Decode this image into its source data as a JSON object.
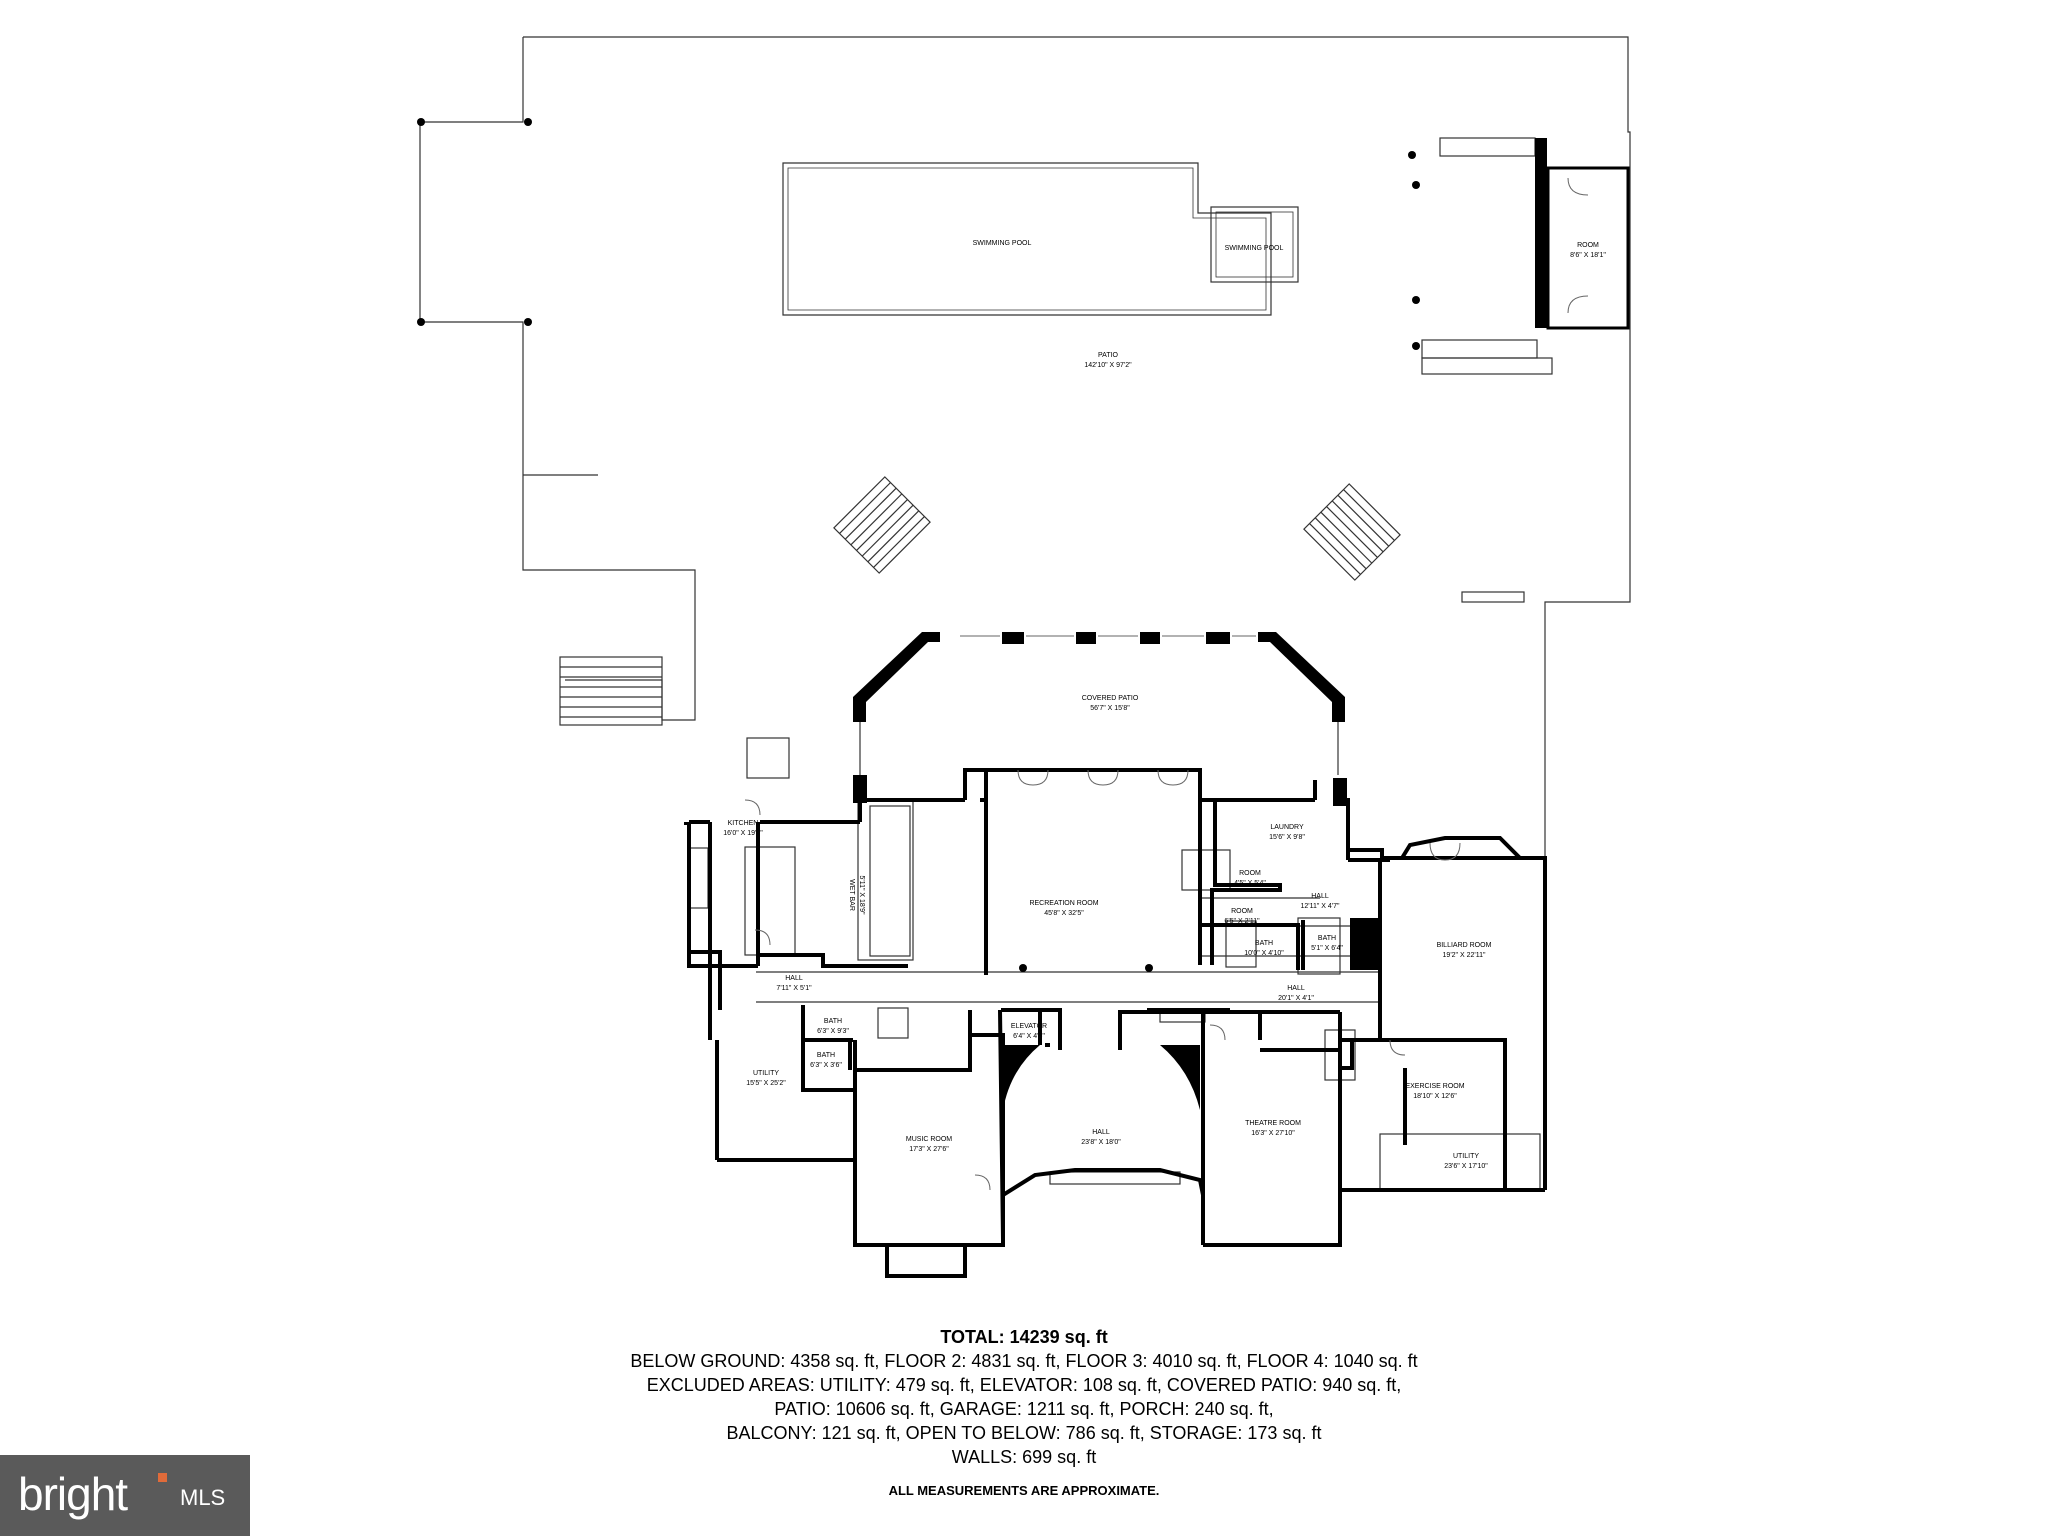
{
  "rooms": [
    {
      "id": "pool-main",
      "name": "SWIMMING POOL",
      "size": ""
    },
    {
      "id": "pool-spa",
      "name": "SWIMMING POOL",
      "size": ""
    },
    {
      "id": "patio",
      "name": "PATIO",
      "size": "142'10\" X 97'2\""
    },
    {
      "id": "room-outdoor",
      "name": "ROOM",
      "size": "8'6\" X 18'1\""
    },
    {
      "id": "covered-patio",
      "name": "COVERED PATIO",
      "size": "56'7\" X 15'8\""
    },
    {
      "id": "kitchen",
      "name": "KITCHEN",
      "size": "16'0\" X 19'0\""
    },
    {
      "id": "wet-bar",
      "name": "WET BAR",
      "size": "5'11\" X 18'9\""
    },
    {
      "id": "recreation-room",
      "name": "RECREATION ROOM",
      "size": "45'8\" X 32'5\""
    },
    {
      "id": "laundry",
      "name": "LAUNDRY",
      "size": "15'6\" X 9'8\""
    },
    {
      "id": "room-a",
      "name": "ROOM",
      "size": "4'5\" X 5'4\""
    },
    {
      "id": "hall-a",
      "name": "HALL",
      "size": "12'11\" X 4'7\""
    },
    {
      "id": "room-b",
      "name": "ROOM",
      "size": "6'5\" X 2'11\""
    },
    {
      "id": "bath-a",
      "name": "BATH",
      "size": "10'0\" X 4'10\""
    },
    {
      "id": "bath-b",
      "name": "BATH",
      "size": "5'1\" X 6'4\""
    },
    {
      "id": "billiard-room",
      "name": "BILLIARD ROOM",
      "size": "19'2\" X 22'11\""
    },
    {
      "id": "hall-b",
      "name": "HALL",
      "size": "7'11\" X 5'1\""
    },
    {
      "id": "hall-c",
      "name": "HALL",
      "size": "20'1\" X 4'1\""
    },
    {
      "id": "bath-c",
      "name": "BATH",
      "size": "6'3\" X 9'3\""
    },
    {
      "id": "bath-d",
      "name": "BATH",
      "size": "6'3\" X 3'6\""
    },
    {
      "id": "elevator",
      "name": "ELEVATOR",
      "size": "6'4\" X 4'6\""
    },
    {
      "id": "utility-a",
      "name": "UTILITY",
      "size": "15'5\" X 25'2\""
    },
    {
      "id": "music-room",
      "name": "MUSIC ROOM",
      "size": "17'3\" X 27'6\""
    },
    {
      "id": "hall-d",
      "name": "HALL",
      "size": "23'8\" X 18'0\""
    },
    {
      "id": "theatre-room",
      "name": "THEATRE ROOM",
      "size": "16'3\" X 27'10\""
    },
    {
      "id": "exercise-room",
      "name": "EXERCISE ROOM",
      "size": "18'10\" X 12'6\""
    },
    {
      "id": "utility-b",
      "name": "UTILITY",
      "size": "23'6\" X 17'10\""
    }
  ],
  "summary": {
    "total": "TOTAL: 14239 sq. ft",
    "lines": [
      "BELOW GROUND: 4358 sq. ft, FLOOR 2: 4831 sq. ft, FLOOR 3: 4010 sq. ft, FLOOR 4: 1040 sq. ft",
      "EXCLUDED AREAS: UTILITY: 479 sq. ft, ELEVATOR: 108 sq. ft, COVERED PATIO: 940 sq. ft,",
      "PATIO: 10606 sq. ft, GARAGE: 1211 sq. ft, PORCH: 240 sq. ft,",
      "BALCONY: 121 sq. ft, OPEN TO BELOW: 786 sq. ft, STORAGE: 173 sq. ft",
      "WALLS: 699 sq. ft"
    ],
    "note": "ALL MEASUREMENTS ARE APPROXIMATE."
  },
  "logo": {
    "brand": "bright",
    "suffix": "MLS"
  }
}
